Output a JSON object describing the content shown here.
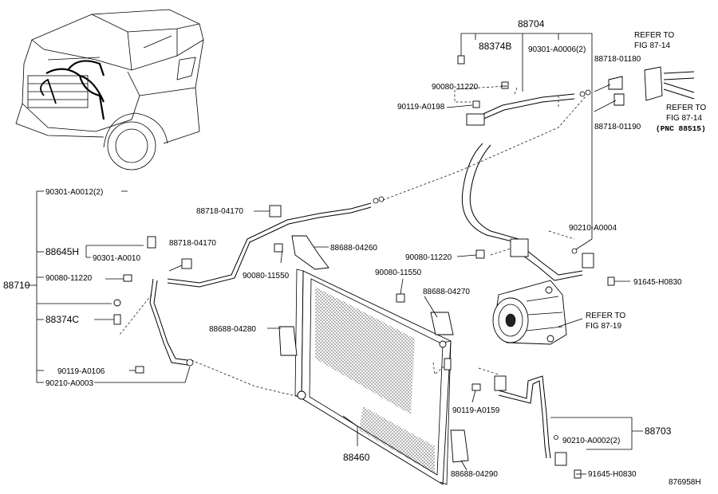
{
  "diagram_id": "876958H",
  "callouts": {
    "88704": "88704",
    "88374B": "88374B",
    "90301_a0006": "90301-A0006(2)",
    "refer_fig_87_14_a": "REFER TO",
    "refer_fig_87_14_a2": "FIG 87-14",
    "refer_fig_87_14_b": "REFER TO",
    "refer_fig_87_14_b2": "FIG 87-14",
    "pnc": "(PNC 88515)",
    "88718_01180": "88718-01180",
    "88718_01190": "88718-01190",
    "90080_11220_top": "90080-11220",
    "90119_a0198": "90119-A0198",
    "90301_a0012": "90301-A0012(2)",
    "88718_04170_a": "88718-04170",
    "88718_04170_b": "88718-04170",
    "88645h": "88645H",
    "90301_a0010": "90301-A0010",
    "90080_11220_left": "90080-11220",
    "88710": "88710",
    "88374c": "88374C",
    "90119_a0106": "90119-A0106",
    "90210_a0003": "90210-A0003",
    "88688_04260": "88688-04260",
    "90080_11550_a": "90080-11550",
    "90080_11550_b": "90080-11550",
    "88688_04270": "88688-04270",
    "88688_04280": "88688-04280",
    "90080_11220_mid": "90080-11220",
    "90210_a0004": "90210-A0004",
    "91645_h0830_a": "91645-H0830",
    "refer_fig_87_19": "REFER TO",
    "refer_fig_87_19b": "FIG 87-19",
    "90119_a0159": "90119-A0159",
    "88703": "88703",
    "90210_a0002": "90210-A0002(2)",
    "91645_h0830_b": "91645-H0830",
    "88460": "88460",
    "88688_04290": "88688-04290"
  }
}
